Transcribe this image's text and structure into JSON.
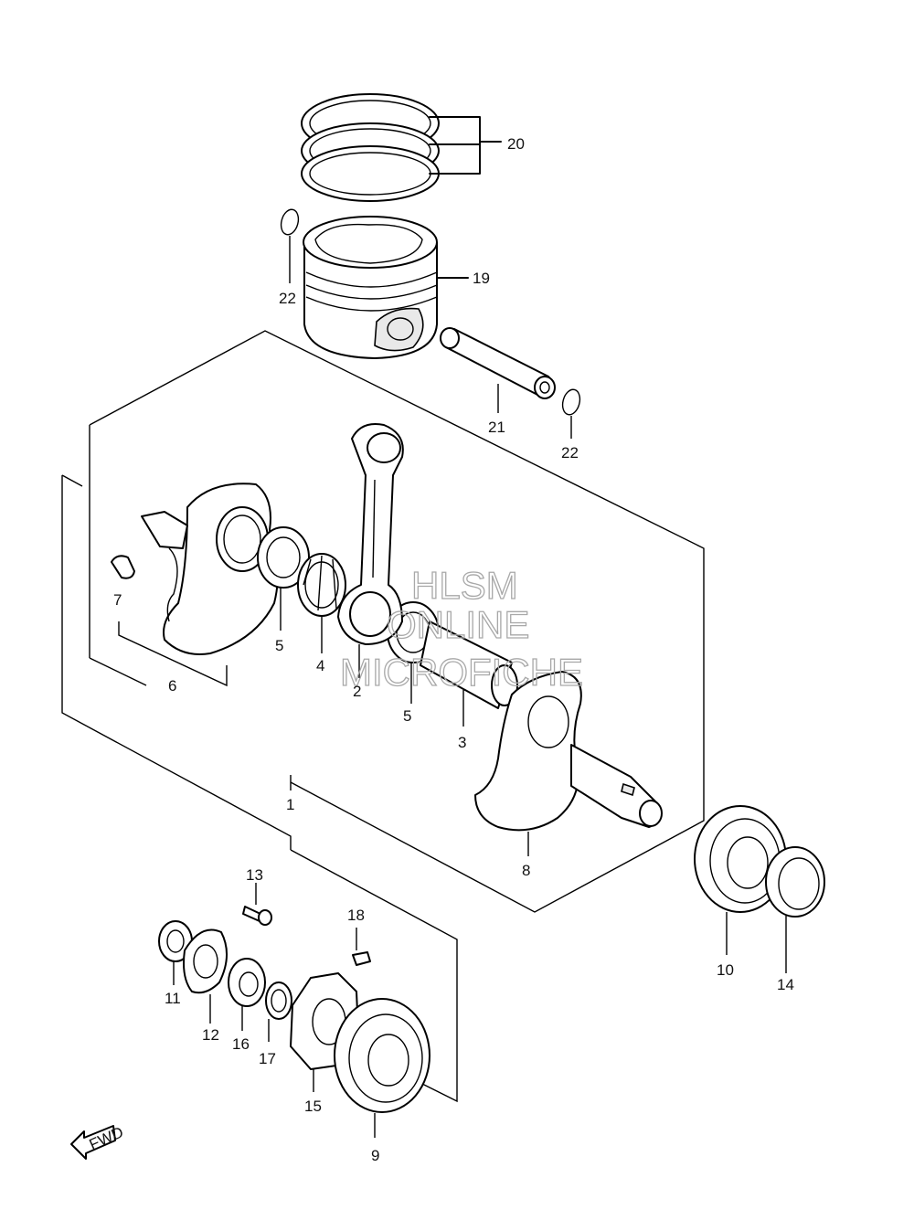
{
  "watermark": {
    "line1": "HLSM",
    "line2": "ONLINE",
    "line3": "MICROFICHE"
  },
  "fwd_label": "FWD",
  "callouts": {
    "p1": "1",
    "p2": "2",
    "p3": "3",
    "p4": "4",
    "p5a": "5",
    "p5b": "5",
    "p6": "6",
    "p7": "7",
    "p8": "8",
    "p9": "9",
    "p10": "10",
    "p11": "11",
    "p12": "12",
    "p13": "13",
    "p14": "14",
    "p15": "15",
    "p16": "16",
    "p17": "17",
    "p18": "18",
    "p19": "19",
    "p20": "20",
    "p21": "21",
    "p22a": "22",
    "p22b": "22"
  }
}
